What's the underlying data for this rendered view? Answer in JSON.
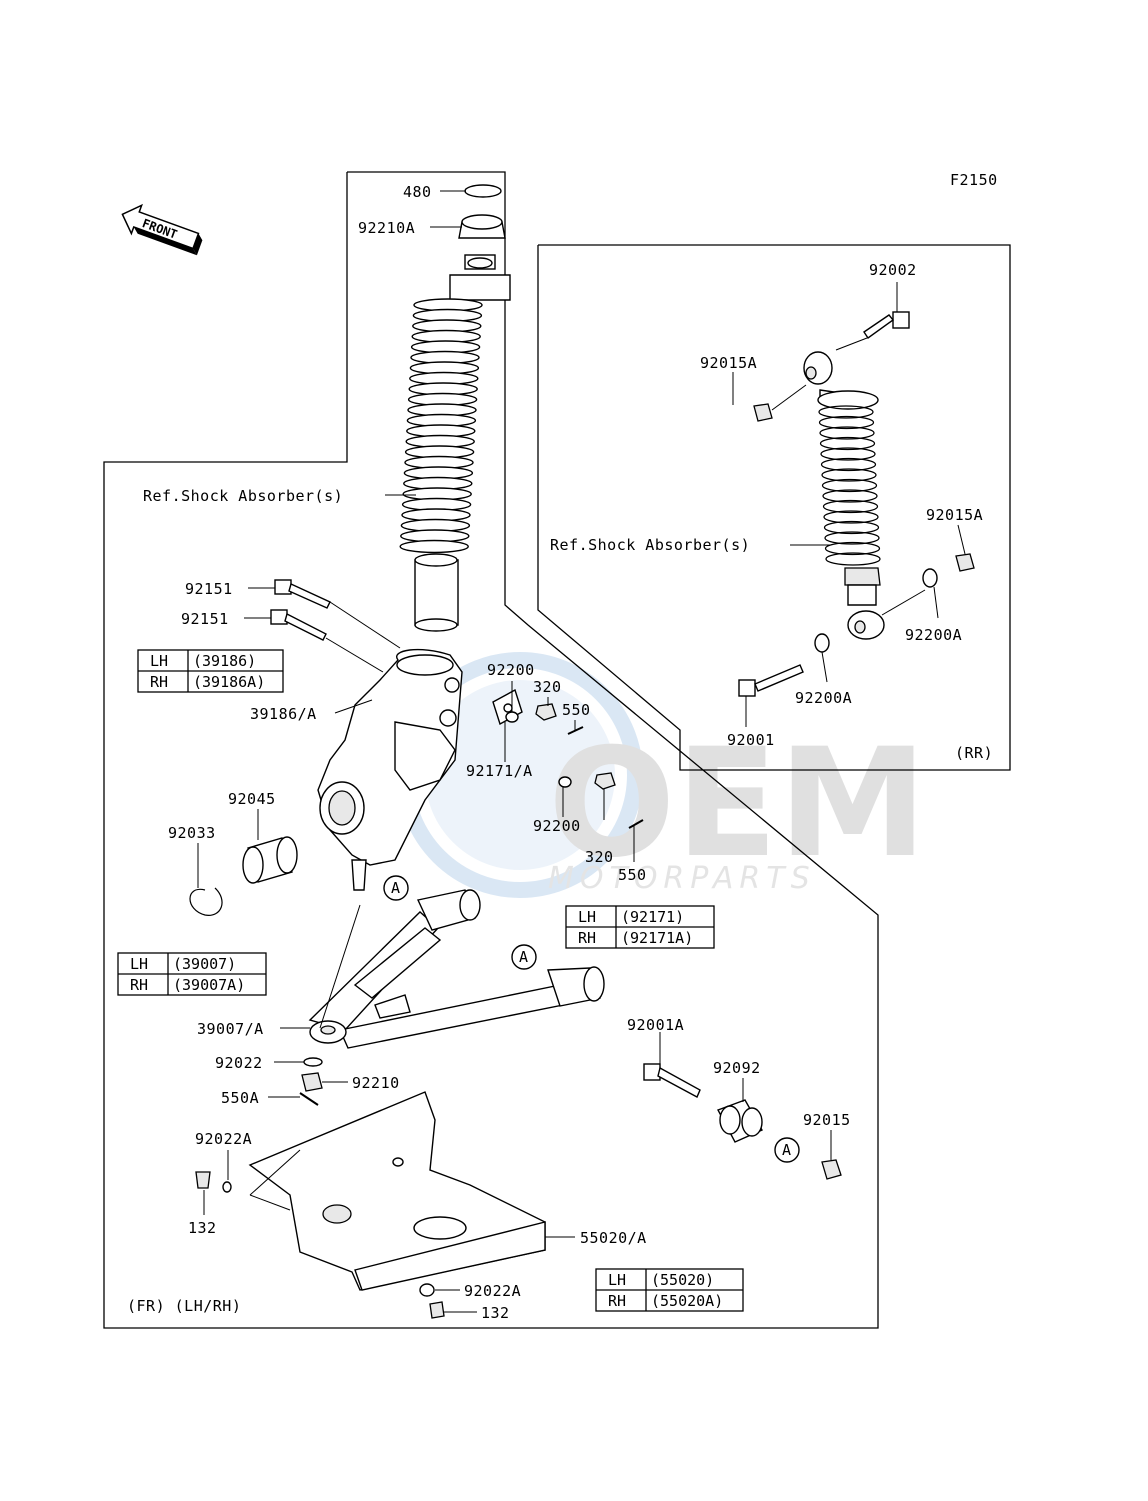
{
  "figure_code": "F2150",
  "front_label": "FRONT",
  "watermark": {
    "brand": "OEM",
    "sub": "MOTORPARTS"
  },
  "front_section": {
    "tag": "(FR) (LH/RH)",
    "ref_label": "Ref.Shock Absorber(s)",
    "labels": {
      "p480": "480",
      "p92210A": "92210A",
      "p92151a": "92151",
      "p92151b": "92151",
      "p39186": "39186/A",
      "p92200a": "92200",
      "p320a": "320",
      "p550a": "550",
      "p92171": "92171/A",
      "p92200b": "92200",
      "p320b": "320",
      "p550b": "550",
      "p92045": "92045",
      "p92033": "92033",
      "p39007": "39007/A",
      "p92022": "92022",
      "p92210": "92210",
      "p550A": "550A",
      "p92022Aa": "92022A",
      "p132a": "132",
      "p55020": "55020/A",
      "p92022Ab": "92022A",
      "p132b": "132",
      "p92001A": "92001A",
      "p92092": "92092",
      "p92015": "92015",
      "circleA1": "A",
      "circleA2": "A",
      "circleA3": "A"
    },
    "tables": {
      "knuckle": [
        [
          "LH",
          "(39186)"
        ],
        [
          "RH",
          "(39186A)"
        ]
      ],
      "arm": [
        [
          "LH",
          "(39007)"
        ],
        [
          "RH",
          "(39007A)"
        ]
      ],
      "plate": [
        [
          "LH",
          "(92171)"
        ],
        [
          "RH",
          "(92171A)"
        ]
      ],
      "guard": [
        [
          "LH",
          "(55020)"
        ],
        [
          "RH",
          "(55020A)"
        ]
      ]
    }
  },
  "rear_section": {
    "tag": "(RR)",
    "ref_label": "Ref.Shock Absorber(s)",
    "labels": {
      "p92002": "92002",
      "p92015Aa": "92015A",
      "p92015Ab": "92015A",
      "p92200Aa": "92200A",
      "p92200Ab": "92200A",
      "p92001": "92001"
    }
  }
}
